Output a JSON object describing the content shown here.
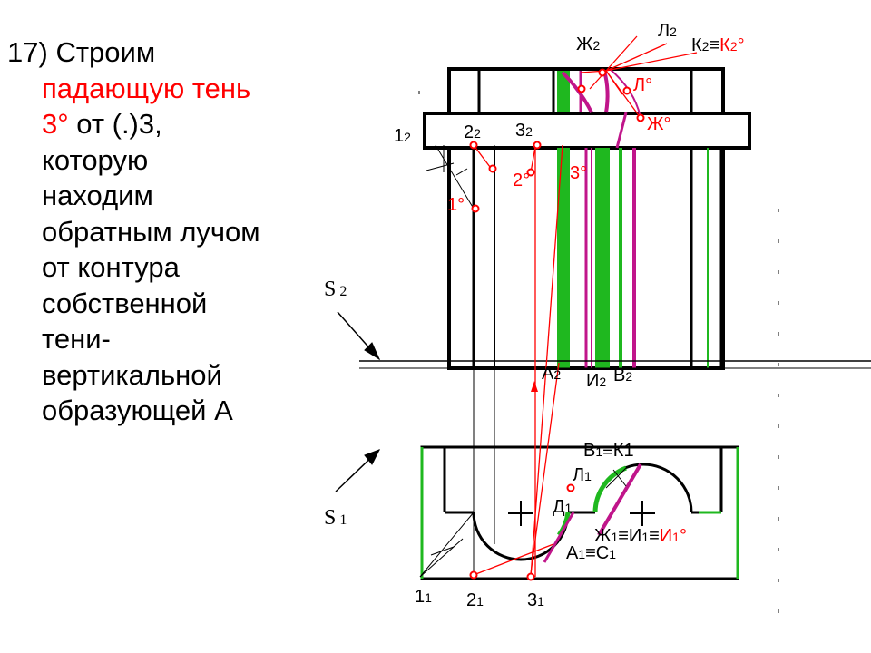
{
  "text": {
    "line1_num": "17)",
    "line1_rest": "Строим",
    "line2": "падающую тень",
    "line3_red": "3°",
    "line3_rest": " от (.)3,",
    "line4": "которую",
    "line5": "находим",
    "line6": "обратным лучом",
    "line7": "от контура",
    "line8": "собственной",
    "line9": "тени-",
    "line10": "вертикальной",
    "line11": "образующей А"
  },
  "labels": {
    "L2_main": "Л",
    "L2_sub": "2",
    "Zh2_main": "Ж",
    "Zh2_sub": "2",
    "K2_main": "К",
    "K2_sub": "2",
    "K2_eq": "≡",
    "K2_red": "К",
    "K2_red_sub": "2",
    "K2_deg": "°",
    "L_deg": "Л°",
    "Zh_deg": "Ж°",
    "one2_main": "1",
    "one2_sub": "2",
    "two2_main": "2",
    "two2_sub": "2",
    "three2_main": "3",
    "three2_sub": "2",
    "two_deg": "2°",
    "three_deg": "3°",
    "one_deg": "1°",
    "S2_main": "S",
    "S2_sub": "2",
    "S1_main": "S",
    "S1_sub": "1",
    "A2_main": "А",
    "A2_sub": "2",
    "I2_main": "И",
    "I2_sub": "2",
    "B2_main": "В",
    "B2_sub": "2",
    "B1K1_a": "В",
    "B1K1_sub": "1",
    "B1K1_b": "≡К1",
    "L1_main": "Л",
    "L1_sub": "1",
    "D1_main": "Д",
    "D1_sub": "1",
    "Zh1I1_a": "Ж",
    "Zh1I1_sub1": "1",
    "Zh1I1_b": "≡И",
    "Zh1I1_sub2": "1",
    "Zh1I1_eq": "≡",
    "Zh1I1_red": "И",
    "Zh1I1_red_sub": "1",
    "Zh1I1_deg": "°",
    "A1C1_a": "А",
    "A1C1_sub1": "1",
    "A1C1_b": "≡С",
    "A1C1_sub2": "1",
    "one1_main": "1",
    "one1_sub": "1",
    "two1_main": "2",
    "two1_sub": "1",
    "three1_main": "3",
    "three1_sub": "1"
  },
  "colors": {
    "red": "#ff0000",
    "green": "#1fb81f",
    "magenta": "#c0158a",
    "black": "#000000"
  }
}
